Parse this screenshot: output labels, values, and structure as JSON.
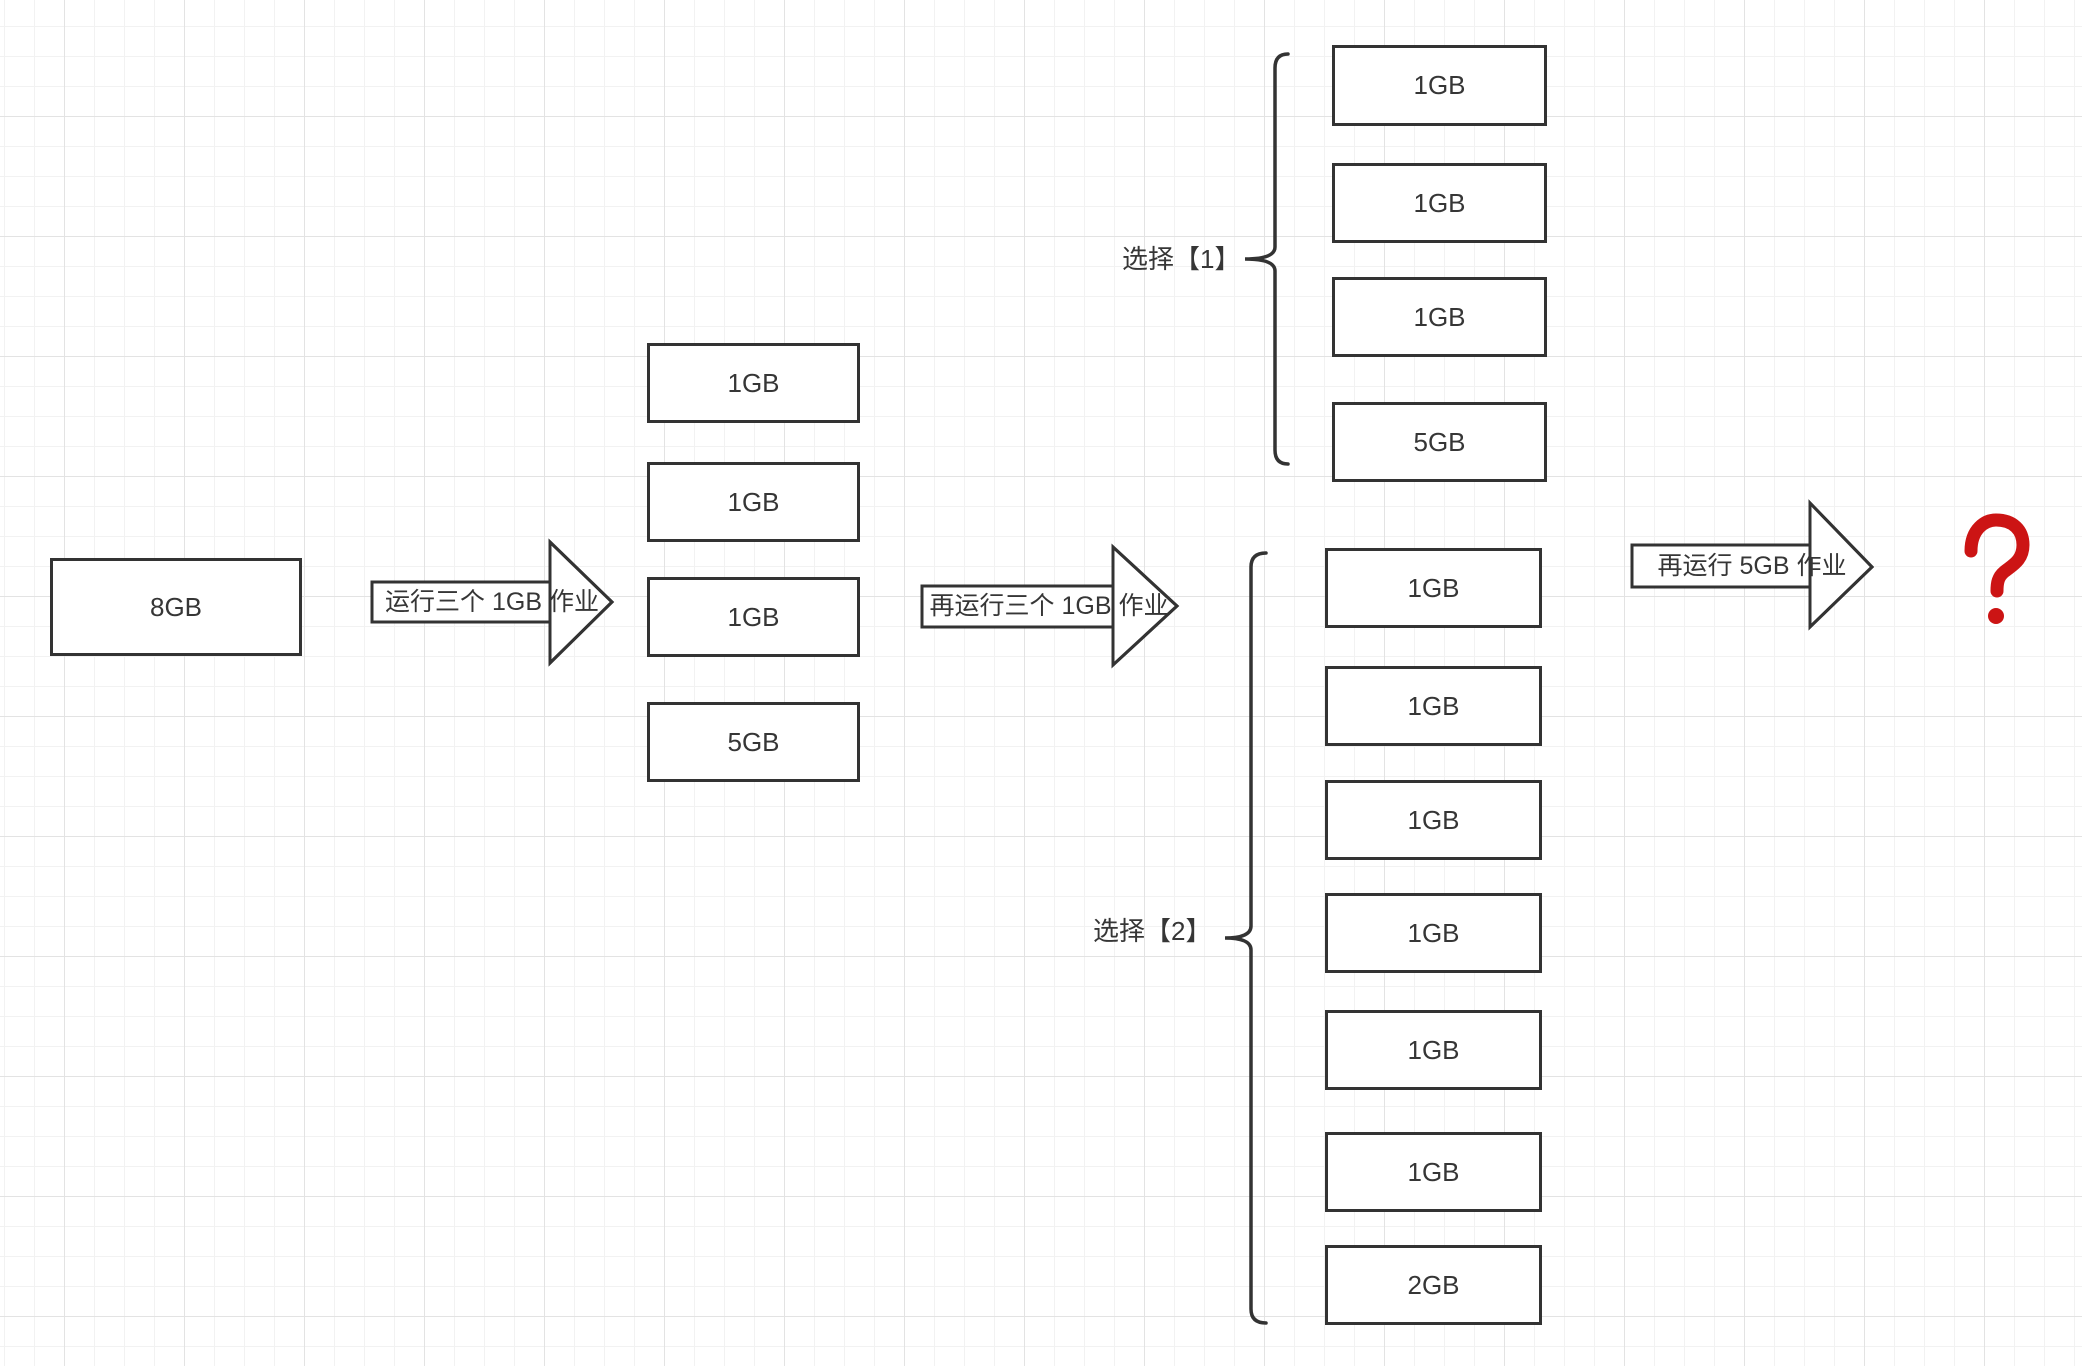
{
  "colors": {
    "shape_stroke": "#333333",
    "text": "#363636",
    "question_mark_red": "#cc1414",
    "grid_minor": "#f2f2f2",
    "grid_major": "#e3e3e3",
    "background": "#ffffff"
  },
  "diagram": {
    "start": {
      "label": "8GB"
    },
    "arrow1": {
      "label": "运行三个 1GB 作业"
    },
    "stage1": {
      "blocks": [
        "1GB",
        "1GB",
        "1GB",
        "5GB"
      ]
    },
    "arrow2": {
      "label": "再运行三个 1GB 作业"
    },
    "option1": {
      "label": "选择【1】",
      "blocks": [
        "1GB",
        "1GB",
        "1GB",
        "5GB"
      ]
    },
    "option2": {
      "label": "选择【2】",
      "blocks": [
        "1GB",
        "1GB",
        "1GB",
        "1GB",
        "1GB",
        "1GB",
        "2GB"
      ]
    },
    "arrow3": {
      "label": "再运行 5GB 作业"
    },
    "result": {
      "label": "?"
    }
  }
}
